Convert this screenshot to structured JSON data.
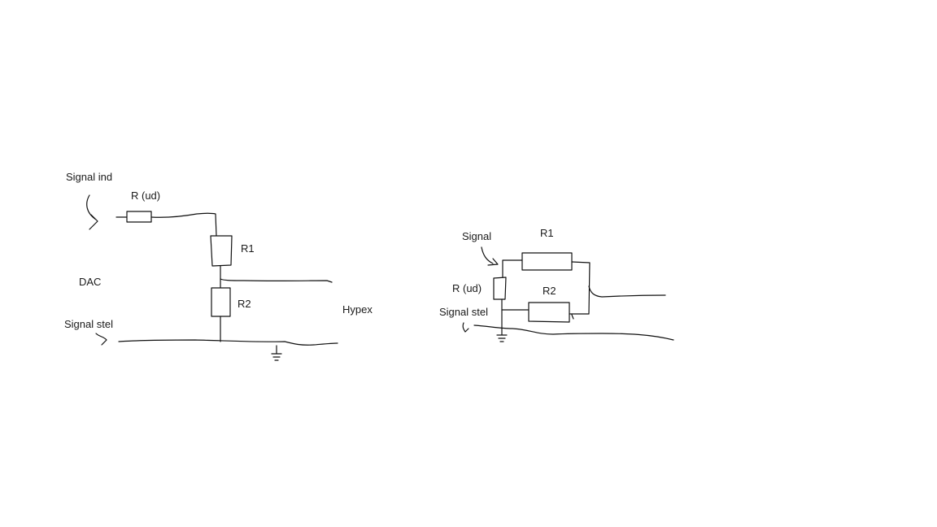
{
  "left_circuit": {
    "signal_in": "Signal ind",
    "r_out": "R (ud)",
    "r1": "R1",
    "r2": "R2",
    "dac": "DAC",
    "hypex": "Hypex",
    "signal_ground": "Signal stel"
  },
  "right_circuit": {
    "signal": "Signal",
    "r1": "R1",
    "r_out": "R (ud)",
    "r2": "R2",
    "signal_ground": "Signal stel"
  }
}
